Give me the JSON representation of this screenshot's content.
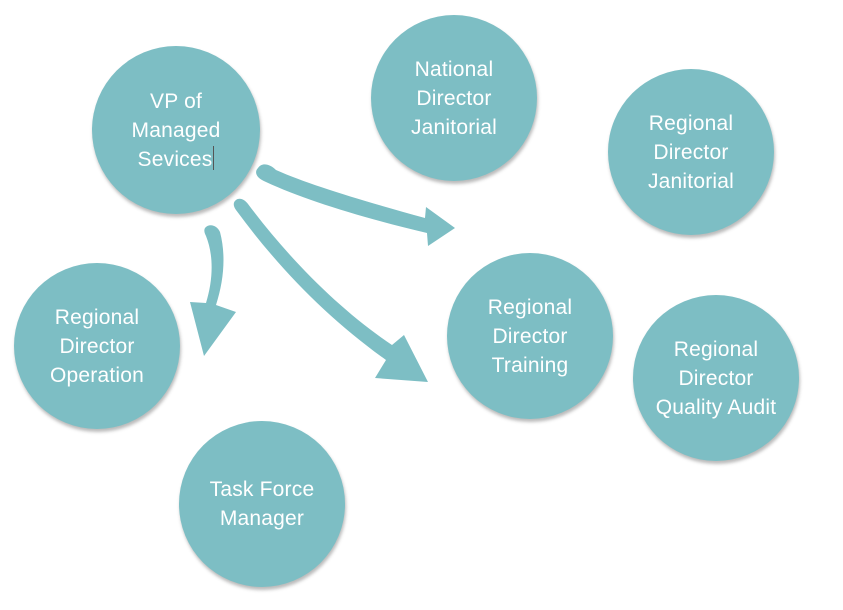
{
  "diagram": {
    "title": "",
    "node_color": "#7dbec4",
    "text_color": "#ffffff",
    "nodes": {
      "vp": {
        "lines": [
          "VP of",
          "Managed",
          "Sevices"
        ],
        "has_text_cursor": true
      },
      "national_janitorial": {
        "lines": [
          "National",
          "Director",
          "Janitorial"
        ]
      },
      "regional_janitorial": {
        "lines": [
          "Regional",
          "Director",
          "Janitorial"
        ]
      },
      "regional_operation": {
        "lines": [
          "Regional",
          "Director",
          "Operation"
        ]
      },
      "regional_training": {
        "lines": [
          "Regional",
          "Director",
          "Training"
        ]
      },
      "regional_quality_audit": {
        "lines": [
          "Regional",
          "Director",
          "Quality Audit"
        ]
      },
      "task_force_manager": {
        "lines": [
          "Task Force",
          "Manager"
        ]
      }
    },
    "edges": [
      {
        "from": "vp",
        "to": "regional_operation",
        "style": "hand-drawn arrow"
      },
      {
        "from": "vp",
        "to": "regional_training",
        "style": "hand-drawn arrow"
      },
      {
        "from": "vp",
        "to": "regional_training_direction_upper",
        "style": "hand-drawn arrow"
      }
    ]
  }
}
